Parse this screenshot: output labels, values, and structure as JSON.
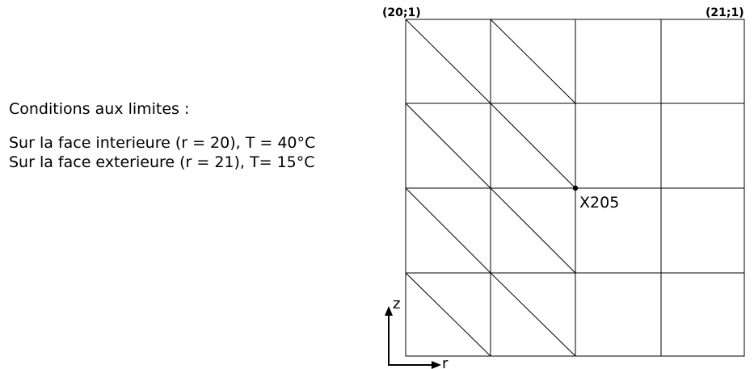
{
  "conditions": {
    "title": "Conditions aux limites :",
    "lines": [
      "Sur la face interieure (r = 20), T = 40°C",
      "Sur la face exterieure (r = 21), T= 15°C"
    ]
  },
  "mesh": {
    "corner_left": "(20;1)",
    "corner_right": "(21;1)",
    "node_label": "X205",
    "axis_r": "r",
    "axis_z": "z"
  },
  "colors": {
    "line": "#000000",
    "background": "#ffffff"
  }
}
